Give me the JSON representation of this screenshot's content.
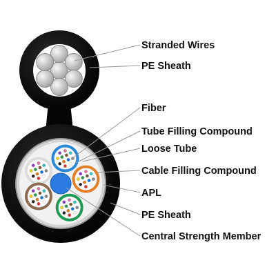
{
  "labels": {
    "stranded_wires": "Stranded Wires",
    "pe_sheath_top": "PE Sheath",
    "fiber": "Fiber",
    "tube_filling_compound": "Tube Filling Compound",
    "loose_tube": "Loose Tube",
    "cable_filling_compound": "Cable Filling Compound",
    "apl": "APL",
    "pe_sheath_bottom": "PE Sheath",
    "central_strength_member": "Central Strength Member"
  },
  "colors": {
    "jacket": "#0a0a0a",
    "wire": "#c9c9c9",
    "aluminum_layer": "#d9d9d9",
    "filling": "#f1f1f1",
    "central_member": "#2c7be0",
    "leader_line": "#9a9a9a",
    "tubes": [
      "#dcdcdc",
      "#2a86d6",
      "#e0812a",
      "#1f9a55",
      "#8a6b52"
    ]
  },
  "icons": [
    "fiber-cable-cross-section"
  ]
}
